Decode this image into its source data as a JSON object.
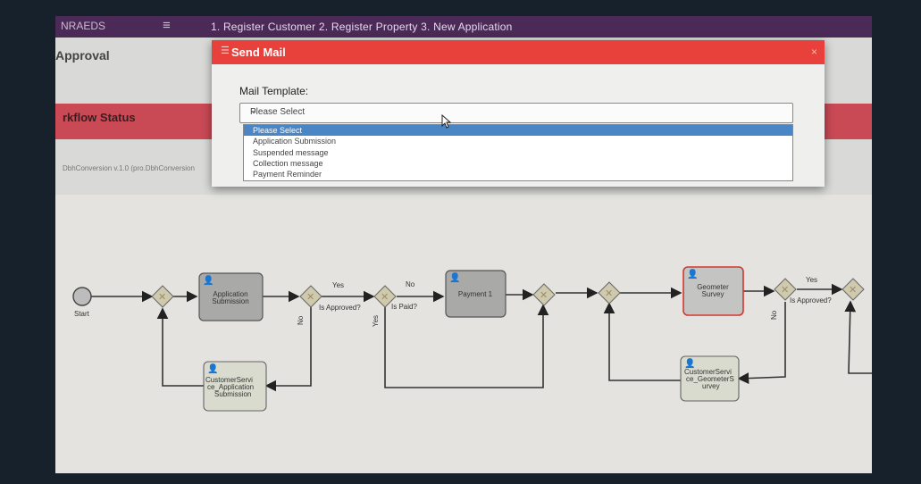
{
  "topbar": {
    "brand": "NRAEDS",
    "steps": "1. Register Customer   2. Register Property   3. New Application"
  },
  "panel": {
    "approval": "Approval",
    "workflow_status": "rkflow Status",
    "version": "DbhConversion v.1.0 (pro.DbhConversion"
  },
  "modal": {
    "title": "Send Mail",
    "close": "×",
    "field_label": "Mail Template:",
    "selected": "Please Select",
    "options": [
      "Please Select",
      "Application Submission",
      "Suspended message",
      "Collection message",
      "Payment Reminder"
    ]
  },
  "flow": {
    "start": "Start",
    "tasks": {
      "app_submission": "Application Submission",
      "payment": "Payment 1",
      "geometer": "Geometer Survey",
      "cs_app": "CustomerServi ce_Application Submission",
      "cs_geo": "CustomerServi ce_GeometerS urvey"
    },
    "labels": {
      "yes1": "Yes",
      "no1": "No",
      "is_approved1": "Is Approved?",
      "no2": "No",
      "yes2": "Yes",
      "is_paid": "Is Paid?",
      "yes3": "Yes",
      "no3": "No",
      "is_approved2": "Is Approved?"
    }
  }
}
